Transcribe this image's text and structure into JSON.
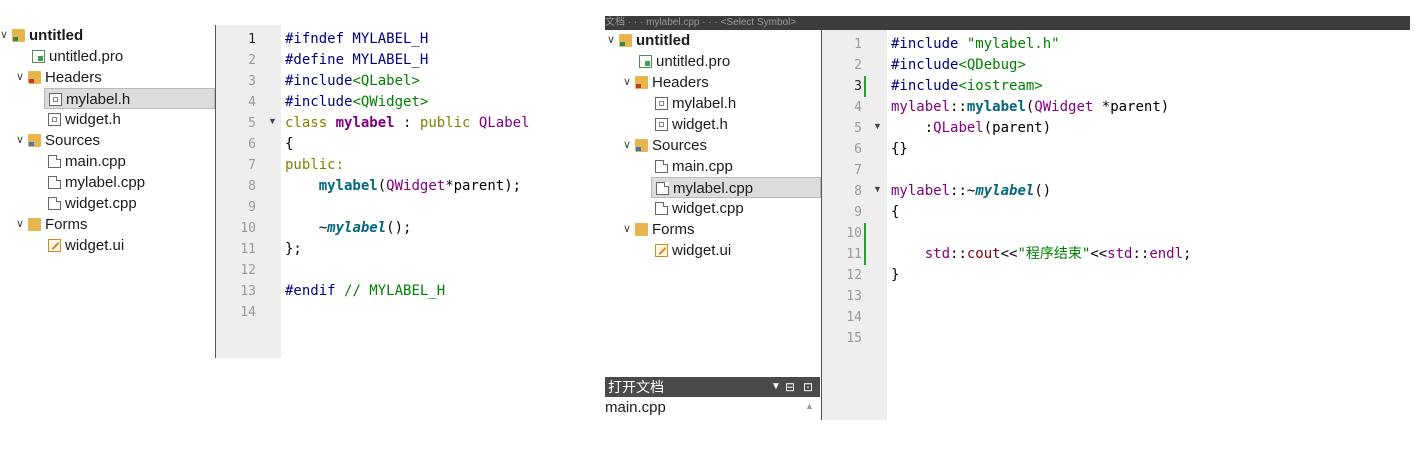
{
  "left": {
    "tree": [
      {
        "label": "untitled",
        "icon": "folder-qt-icon",
        "level": 0,
        "bold": true,
        "chev": "v"
      },
      {
        "label": "untitled.pro",
        "icon": "pro-file-icon",
        "level": 1
      },
      {
        "label": "Headers",
        "icon": "headers-folder-icon",
        "level": 1,
        "chev": "v"
      },
      {
        "label": "mylabel.h",
        "icon": "header-file-icon",
        "level": 2,
        "selected": true
      },
      {
        "label": "widget.h",
        "icon": "header-file-icon",
        "level": 2
      },
      {
        "label": "Sources",
        "icon": "sources-folder-icon",
        "level": 1,
        "chev": "v"
      },
      {
        "label": "main.cpp",
        "icon": "cpp-file-icon",
        "level": 2
      },
      {
        "label": "mylabel.cpp",
        "icon": "cpp-file-icon",
        "level": 2
      },
      {
        "label": "widget.cpp",
        "icon": "cpp-file-icon",
        "level": 2
      },
      {
        "label": "Forms",
        "icon": "forms-folder-icon",
        "level": 1,
        "chev": "v"
      },
      {
        "label": "widget.ui",
        "icon": "ui-file-icon",
        "level": 2
      }
    ],
    "editor": {
      "current_line": 1,
      "line_numbers": [
        "1",
        "2",
        "3",
        "4",
        "5",
        "6",
        "7",
        "8",
        "9",
        "10",
        "11",
        "12",
        "13",
        "14"
      ],
      "lines": [
        "#ifndef MYLABEL_H",
        "#define MYLABEL_H",
        "#include<QLabel>",
        "#include<QWidget>",
        "class mylabel : public QLabel",
        "{",
        "public:",
        "    mylabel(QWidget*parent);",
        "",
        "    ~mylabel();",
        "};",
        "",
        "#endif // MYLABEL_H",
        ""
      ]
    }
  },
  "right": {
    "topbar_text": "文档   · · ·   mylabel.cpp   · · ·   <Select Symbol>",
    "tree": [
      {
        "label": "untitled",
        "icon": "folder-qt-icon",
        "level": 0,
        "bold": true,
        "chev": "v"
      },
      {
        "label": "untitled.pro",
        "icon": "pro-file-icon",
        "level": 1
      },
      {
        "label": "Headers",
        "icon": "headers-folder-icon",
        "level": 1,
        "chev": "v"
      },
      {
        "label": "mylabel.h",
        "icon": "header-file-icon",
        "level": 2
      },
      {
        "label": "widget.h",
        "icon": "header-file-icon",
        "level": 2
      },
      {
        "label": "Sources",
        "icon": "sources-folder-icon",
        "level": 1,
        "chev": "v"
      },
      {
        "label": "main.cpp",
        "icon": "cpp-file-icon",
        "level": 2
      },
      {
        "label": "mylabel.cpp",
        "icon": "cpp-file-icon",
        "level": 2,
        "selected": true
      },
      {
        "label": "widget.cpp",
        "icon": "cpp-file-icon",
        "level": 2
      },
      {
        "label": "Forms",
        "icon": "forms-folder-icon",
        "level": 1,
        "chev": "v"
      },
      {
        "label": "widget.ui",
        "icon": "ui-file-icon",
        "level": 2
      }
    ],
    "editor": {
      "current_line": 3,
      "line_numbers": [
        "1",
        "2",
        "3",
        "4",
        "5",
        "6",
        "7",
        "8",
        "9",
        "10",
        "11",
        "12",
        "13",
        "14",
        "15"
      ],
      "lines": [
        "#include \"mylabel.h\"",
        "#include<QDebug>",
        "#include<iostream>",
        "mylabel::mylabel(QWidget *parent)",
        "    :QLabel(parent)",
        "{}",
        "",
        "mylabel::~mylabel()",
        "{",
        "",
        "    std::cout<<\"程序结束\"<<std::endl;",
        "}",
        "",
        "",
        ""
      ]
    },
    "open_docs": {
      "title": "打开文档",
      "items": [
        "main.cpp"
      ]
    }
  },
  "colors": {
    "gutter_bg": "#eeeeee",
    "preprocessor": "#000080",
    "include_path": "#008000",
    "keyword": "#808000",
    "type": "#800080",
    "function": "#00677c",
    "change_marker": "#2e9e2e",
    "dark_bar": "#3c3c3c"
  }
}
